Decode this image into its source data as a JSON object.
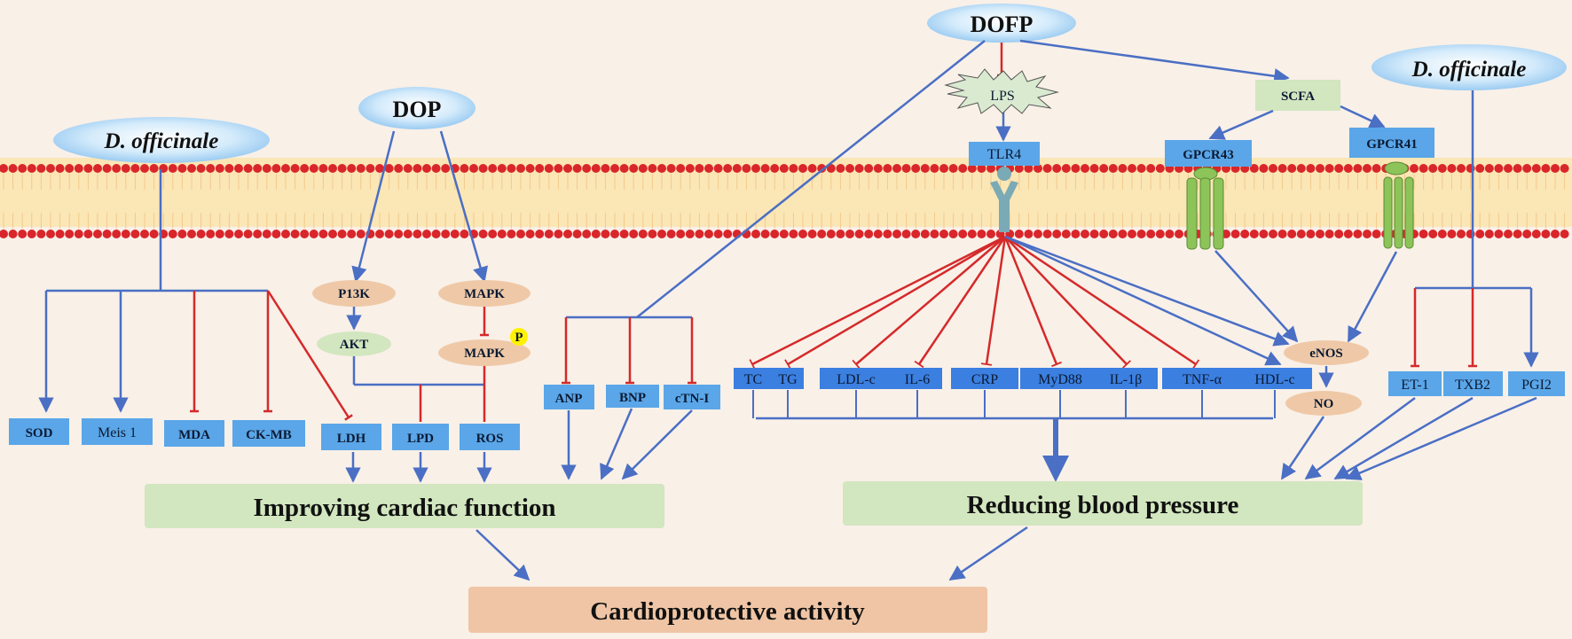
{
  "colors": {
    "background": "#f9f0e8",
    "membrane_dot": "#d9262b",
    "membrane_fill": "#fbe6b6",
    "blue_box": "#5aa6e8",
    "green_box": "#d2e6bf",
    "peach_oval": "#efc9a7",
    "outcome_box": "#efc5a5",
    "activation_arrow": "#4a6fc4",
    "inhibition_line": "#d42a2a",
    "receptor_green": "#8dc45a",
    "tlr4_receptor": "#7aaab5"
  },
  "sources": {
    "dofficinale_left": "D. officinale",
    "dop": "DOP",
    "dofp": "DOFP",
    "dofficinale_right": "D. officinale"
  },
  "left_markers": {
    "sod": "SOD",
    "meis1": "Meis 1",
    "mda": "MDA",
    "ckmb": "CK-MB"
  },
  "signaling": {
    "pi3k": "P13K",
    "akt": "AKT",
    "mapk": "MAPK",
    "mapk_p": "MAPK",
    "phospho": "P"
  },
  "oxidative_markers": {
    "ldh": "LDH",
    "lpd": "LPD",
    "ros": "ROS"
  },
  "peptides": {
    "anp": "ANP",
    "bnp": "BNP",
    "ctni": "cTN-I"
  },
  "lps": "LPS",
  "tlr4": "TLR4",
  "scfa": "SCFA",
  "gpcr43": "GPCR43",
  "gpcr41": "GPCR41",
  "inflammation_markers": [
    "TC",
    "TG",
    "LDL-c",
    "IL-6",
    "CRP",
    "MyD88",
    "IL-1β",
    "TNF-α",
    "HDL-c"
  ],
  "enos": "eNOS",
  "no": "NO",
  "vascular_markers": {
    "et1": "ET-1",
    "txb2": "TXB2",
    "pgi2": "PGI2"
  },
  "outcomes": {
    "cardiac": "Improving cardiac function",
    "blood_pressure": "Reducing blood pressure",
    "cardioprotective": "Cardioprotective activity"
  }
}
